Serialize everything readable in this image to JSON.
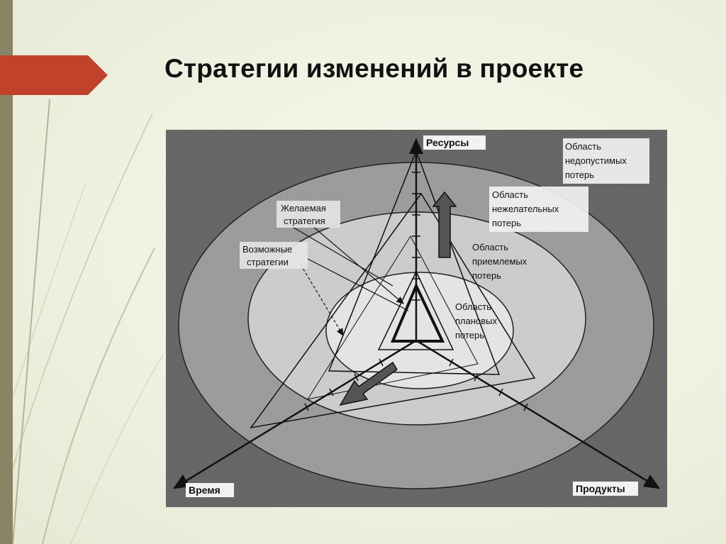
{
  "slide": {
    "title": "Стратегии изменений в проекте",
    "accent_color": "#c0422b"
  },
  "diagram": {
    "axes": {
      "resources": "Ресурсы",
      "time": "Время",
      "products": "Продукты"
    },
    "zones": {
      "unacceptable": [
        "Область",
        "недопустимых",
        "потерь"
      ],
      "undesirable": [
        "Область",
        "нежелательных",
        "потерь"
      ],
      "acceptable": [
        "Область",
        "приемлемых",
        "потерь"
      ],
      "planned": [
        "Область",
        "плановых",
        "потерь"
      ]
    },
    "strategies": {
      "desired": [
        "Желаемая",
        "стратегия"
      ],
      "possible": [
        "Возможные",
        "стратегии"
      ]
    }
  }
}
